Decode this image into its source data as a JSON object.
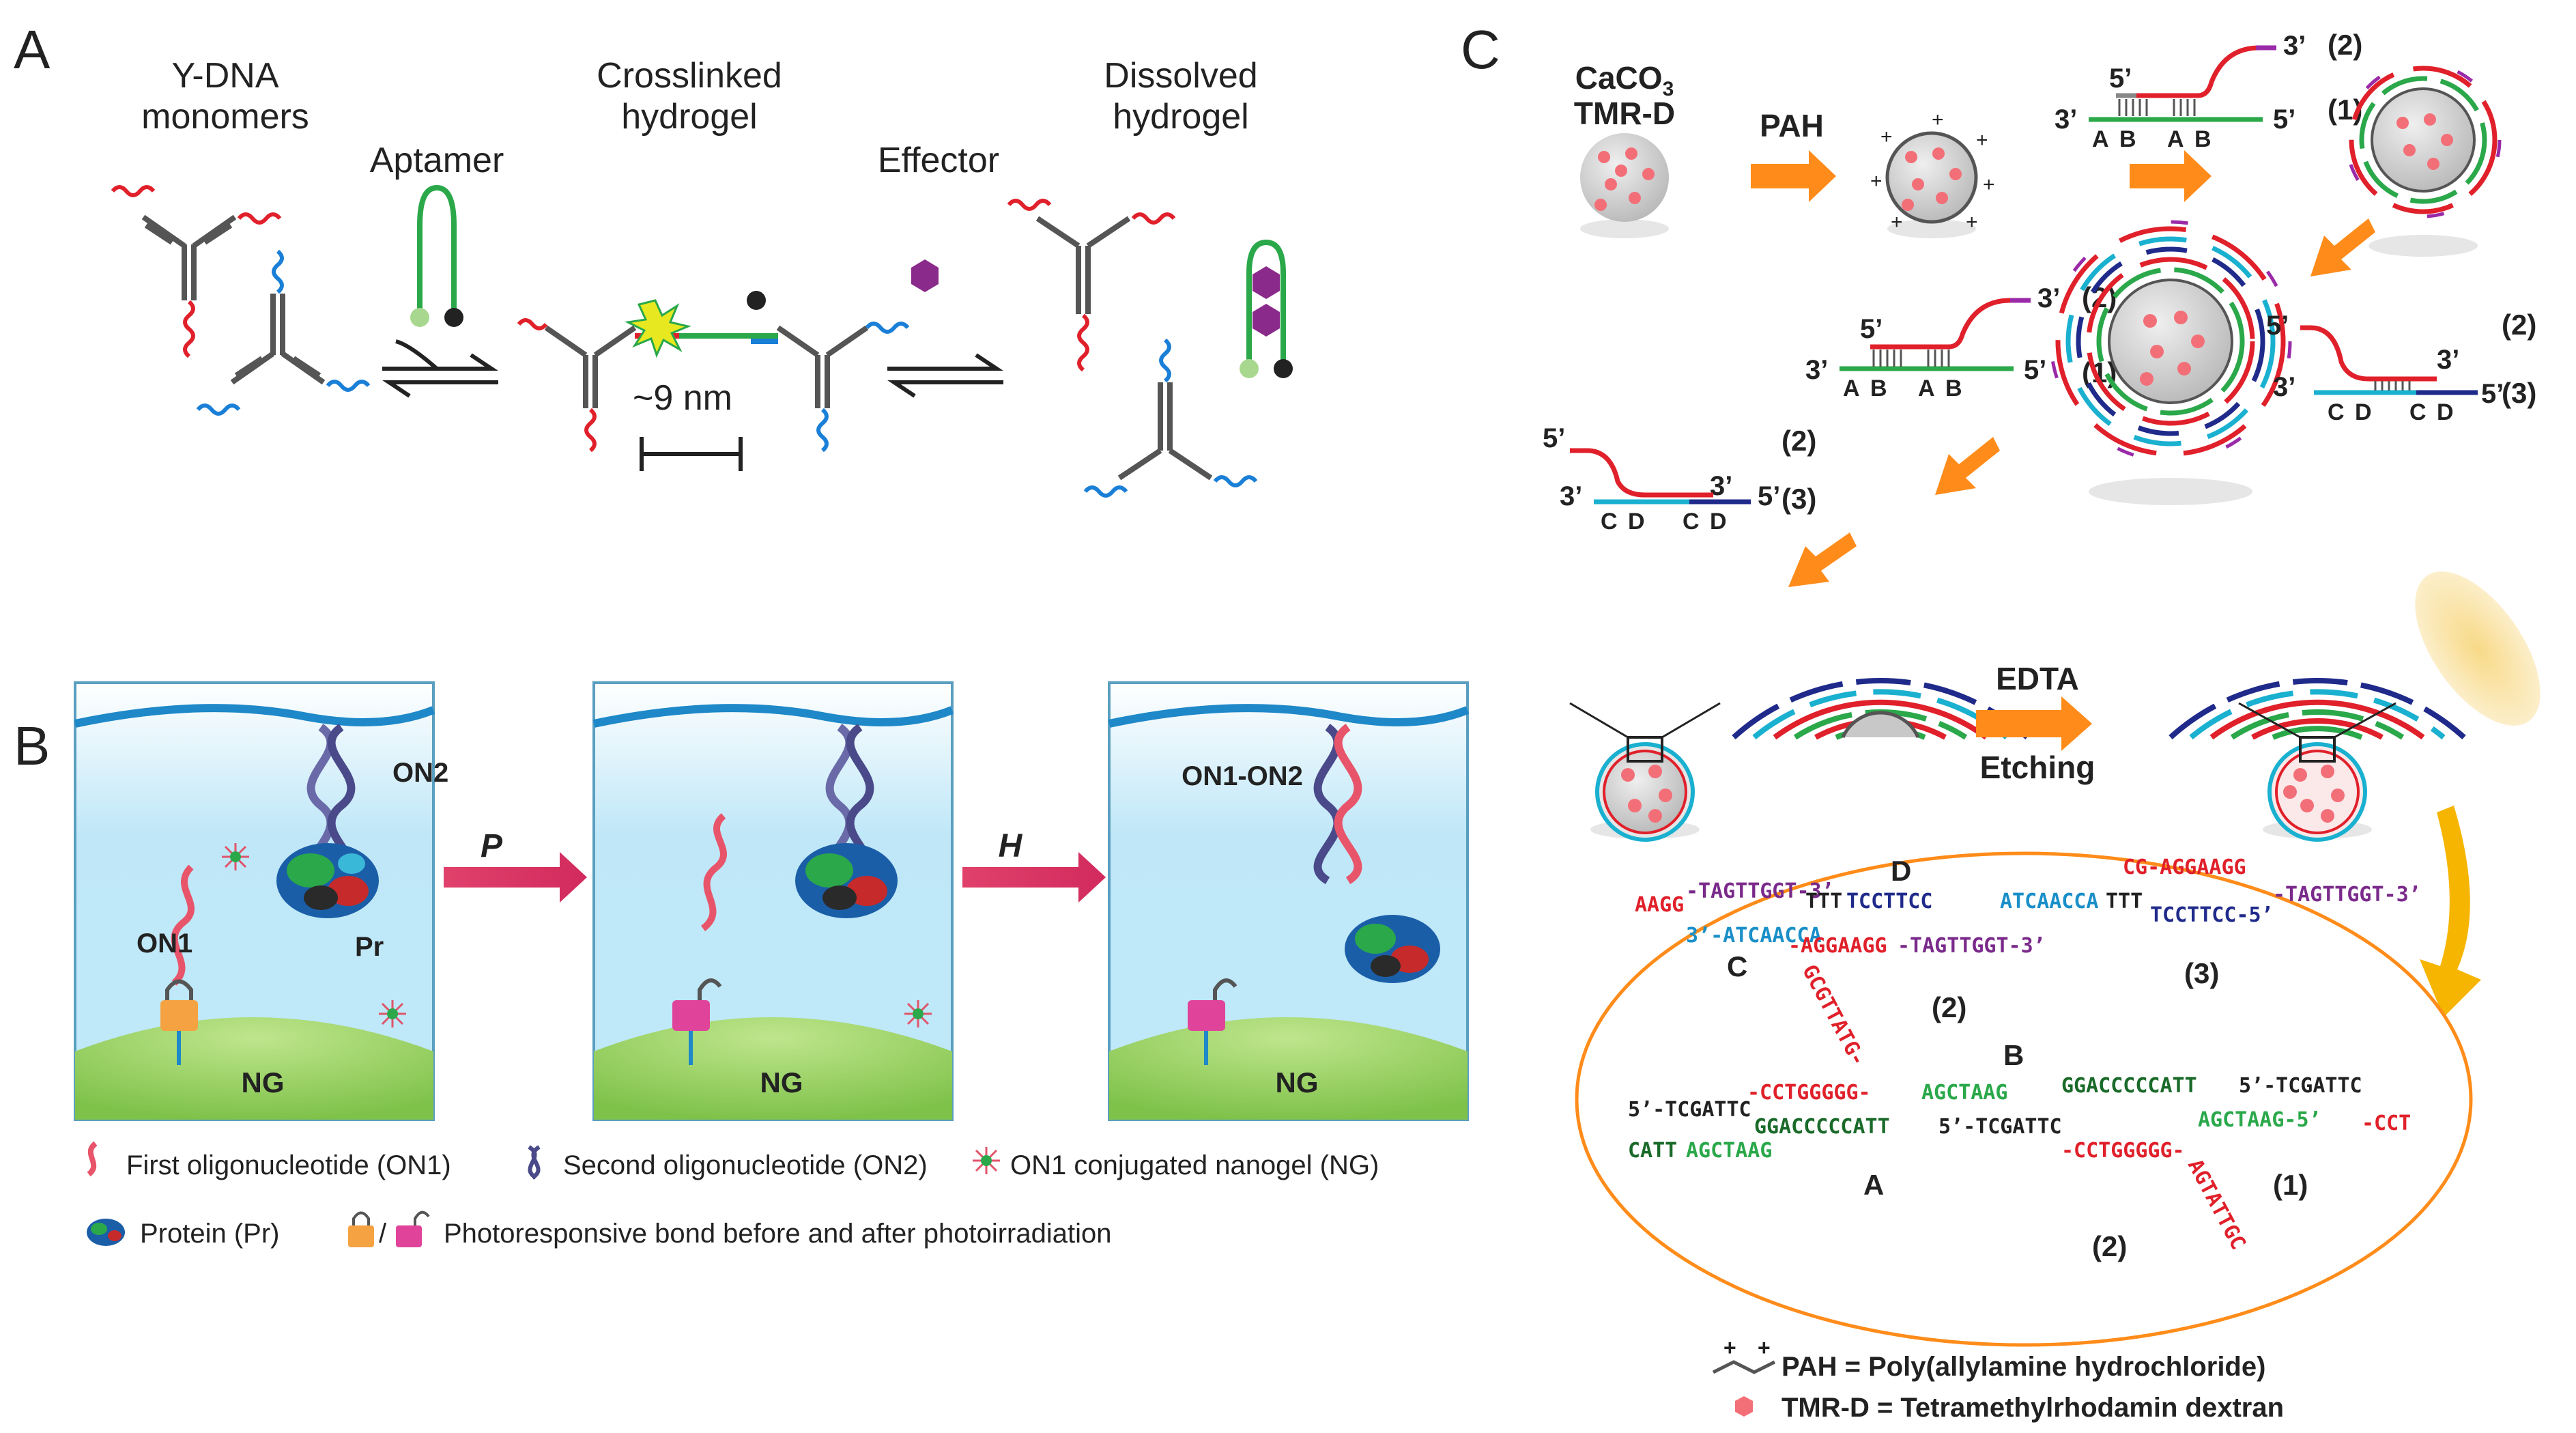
{
  "panel_a": {
    "letter": "A",
    "monomers_l1": "Y-DNA",
    "monomers_l2": "monomers",
    "crosslinked_l1": "Crosslinked",
    "crosslinked_l2": "hydrogel",
    "dissolved_l1": "Dissolved",
    "dissolved_l2": "hydrogel",
    "aptamer": "Aptamer",
    "effector": "Effector",
    "scale": "~9 nm"
  },
  "panel_b": {
    "letter": "B",
    "on1": "ON1",
    "on2": "ON2",
    "pr": "Pr",
    "ng": "NG",
    "on1on2": "ON1-ON2",
    "arrow_p": "P",
    "arrow_h": "H",
    "legend": {
      "on1": "First oligonucleotide (ON1)",
      "on2": "Second oligonucleotide (ON2)",
      "ng": "ON1 conjugated nanogel (NG)",
      "pr": "Protein (Pr)",
      "bond": "Photoresponsive bond before and after photoirradiation"
    }
  },
  "panel_c": {
    "letter": "C",
    "caco3": "CaCO",
    "sub3": "3",
    "tmrd": "TMR-D",
    "pah": "PAH",
    "edta": "EDTA",
    "etching": "Etching",
    "three_prime": "3’",
    "five_prime": "5’",
    "l1": "(1)",
    "l2": "(2)",
    "l3": "(3)",
    "A": "A",
    "B": "B",
    "C": "C",
    "D": "D",
    "legend_pah": "PAH = Poly(allylamine hydrochloride)",
    "legend_tmrd": "TMR-D = Tetramethylrhodamin dextran",
    "seq": {
      "s1": "AAGG",
      "s2": "-TAGTTGGT-3’",
      "s3": "3’-ATCAACCA",
      "s4": "TTT",
      "s5": "TCCTTCC",
      "s6": "-AGGAAGG",
      "s7": "-TAGTTGGT-3’",
      "s8": "ATCAACCA",
      "s9": "TTT",
      "s10": "TCCTTCC-5’",
      "s11": "CG-AGGAAGG",
      "s12": "-TAGTTGGT-3’",
      "s13": "GCGTTATG-",
      "s14": "5’-TCGATTC",
      "s15": "-CCTGGGGG-",
      "s16": "GGACCCCCATT",
      "s17": "AGCTAAG",
      "s18": "CATT",
      "s19": "AGCTAAG",
      "s20": "5’-TCGATTC",
      "s21": "-CCTGGGGG-",
      "s22": "AGTATTGC",
      "s23": "GGACCCCCATT",
      "s24": "AGCTAAG-5’",
      "s25": "5’-TCGATTC",
      "s26": "-CCT"
    }
  }
}
